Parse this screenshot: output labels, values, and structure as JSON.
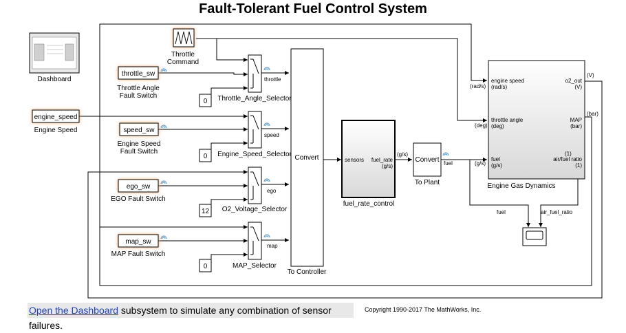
{
  "title": "Fault-Tolerant Fuel Control System",
  "blocks": {
    "dashboard": "Dashboard",
    "throttle_command": "Throttle Command",
    "throttle_command_l1": "Throttle",
    "throttle_command_l2": "Command",
    "engine_speed_src": "engine_speed",
    "engine_speed_caption": "Engine Speed",
    "throttle_sw": "throttle_sw",
    "throttle_sw_caption_l1": "Throttle Angle",
    "throttle_sw_caption_l2": "Fault Switch",
    "speed_sw": "speed_sw",
    "speed_sw_caption_l1": "Engine Speed",
    "speed_sw_caption_l2": "Fault Switch",
    "ego_sw": "ego_sw",
    "ego_sw_caption": "EGO Fault Switch",
    "map_sw": "map_sw",
    "map_sw_caption": "MAP Fault Switch",
    "const_throttle": "0",
    "const_speed": "0",
    "const_ego": "12",
    "const_map": "0",
    "throttle_selector": "Throttle_Angle_Selector",
    "speed_selector": "Engine_Speed_Selector",
    "o2_selector": "O2_Voltage_Selector",
    "map_selector": "MAP_Selector",
    "convert_big": "Convert",
    "to_controller": "To Controller",
    "fuel_rate_control": "fuel_rate_control",
    "frc_in": "sensors",
    "frc_out": "fuel_rate",
    "frc_out_unit": "(g/s)",
    "convert_small": "Convert",
    "to_plant": "To Plant",
    "egd": "Engine Gas Dynamics",
    "egd_in1": "engine speed",
    "egd_in1_unit": "(rad/s)",
    "egd_in2": "throttle angle",
    "egd_in2_unit": "(deg)",
    "egd_in3": "fuel",
    "egd_in3_unit": "(g/s)",
    "egd_out1": "o2_out",
    "egd_out1_unit": "(V)",
    "egd_out2": "MAP",
    "egd_out2_unit": "(bar)",
    "egd_out3": "air/fuel ratio",
    "egd_out3_unit": "(1)"
  },
  "signals": {
    "throttle": "throttle",
    "speed": "speed",
    "ego": "ego",
    "map": "map",
    "fuel": "fuel",
    "air_fuel_ratio": "air_fuel_ratio",
    "gs": "(g/s)",
    "rads": "(rad/s)",
    "deg": "(deg)",
    "gs2": "(g/s)",
    "v": "(V)",
    "bar": "(bar)",
    "one": "(1)"
  },
  "footer": {
    "link": "Open the Dashboard",
    "text": " subsystem to simulate any combination of sensor failures.",
    "copyright": "Copyright 1990-2017 The MathWorks, Inc."
  },
  "colors": {
    "glow": "#f4b27a",
    "wireless": "#5aa0d8",
    "link": "#1a3fd6"
  }
}
